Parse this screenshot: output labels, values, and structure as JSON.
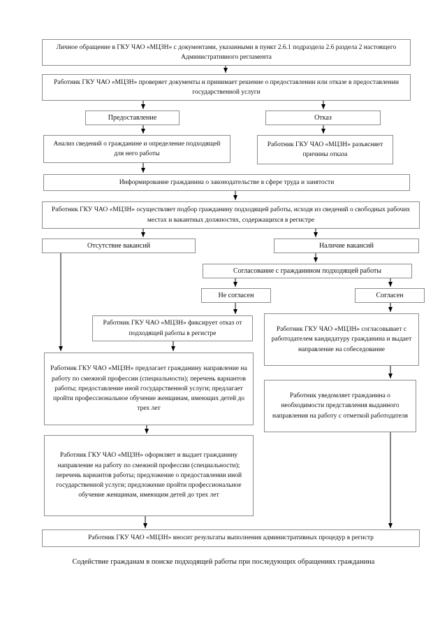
{
  "diagram": {
    "title_hidden": "",
    "nodes": {
      "application": "Личное обращение в ГКУ ЧАО «МЦЗН» с документами, указанными в пункт 2.6.1 подраздела 2.6 раздела 2 настоящего Административного регламента",
      "check_documents": "Работник ГКУ ЧАО «МЦЗН» проверяет документы и принимает решение о предоставлении или отказе в предоставлении государственной услуги",
      "provision": "Предоставление",
      "refusal": "Отказ",
      "analysis": "Анализ сведений о гражданине и определение подходящей для него работы",
      "explain_refusal": "Работник ГКУ ЧАО «МЦЗН» разъясняет причины отказа",
      "informing": "Информирование гражданина о законодательстве в сфере труда и занятости",
      "job_selection": "Работник ГКУ ЧАО «МЦЗН» осуществляет подбор гражданину подходящей работы, исходя из сведений о свободных рабочих местах и вакантных должностях, содержащихся в регистре",
      "no_vacancies": "Отсутствие вакансий",
      "vacancies": "Наличие вакансий",
      "coordination": "Согласование с гражданином подходящей работы",
      "not_agree": "Не согласен",
      "agree": "Согласен",
      "fix_refusal": "Работник ГКУ ЧАО «МЦЗН» фиксирует отказ от подходящей работы в регистре",
      "approve_candidate": "Работник ГКУ ЧАО «МЦЗН» согласовывает с работодателем кандидатуру гражданина и выдает направление на собеседование",
      "offer_options": "Работник ГКУ ЧАО «МЦЗН» предлагает гражданину направление на работу по смежной профессии (специальности); перечень вариантов работы; предоставление иной государственной услуги; предлагает пройти профессиональное обучение женщинам, имеющих детей до трех лет",
      "notify_citizen": "Работник уведомляет гражданина о необходимости представления выданного направления на работу с отметкой работодателя",
      "issue_referral": "Работник ГКУ ЧАО «МЦЗН» оформляет и выдает гражданину направление на работу по смежной профессии (специальности); перечень вариантов работы; предложение о предоставлении иной государственной услуги; предложение пройти профессиональное обучение женщинам, имеющим детей до трех лет",
      "record_results": "Работник ГКУ ЧАО «МЦЗН» вносит результаты выполнения административных процедур в регистр"
    },
    "caption": "Содействие гражданам в поиске подходящей работы при последующих обращениях гражданина",
    "colors": {
      "box_border": "#8c8c8c",
      "arrow": "#000000",
      "text": "#111111",
      "background": "#ffffff"
    }
  }
}
